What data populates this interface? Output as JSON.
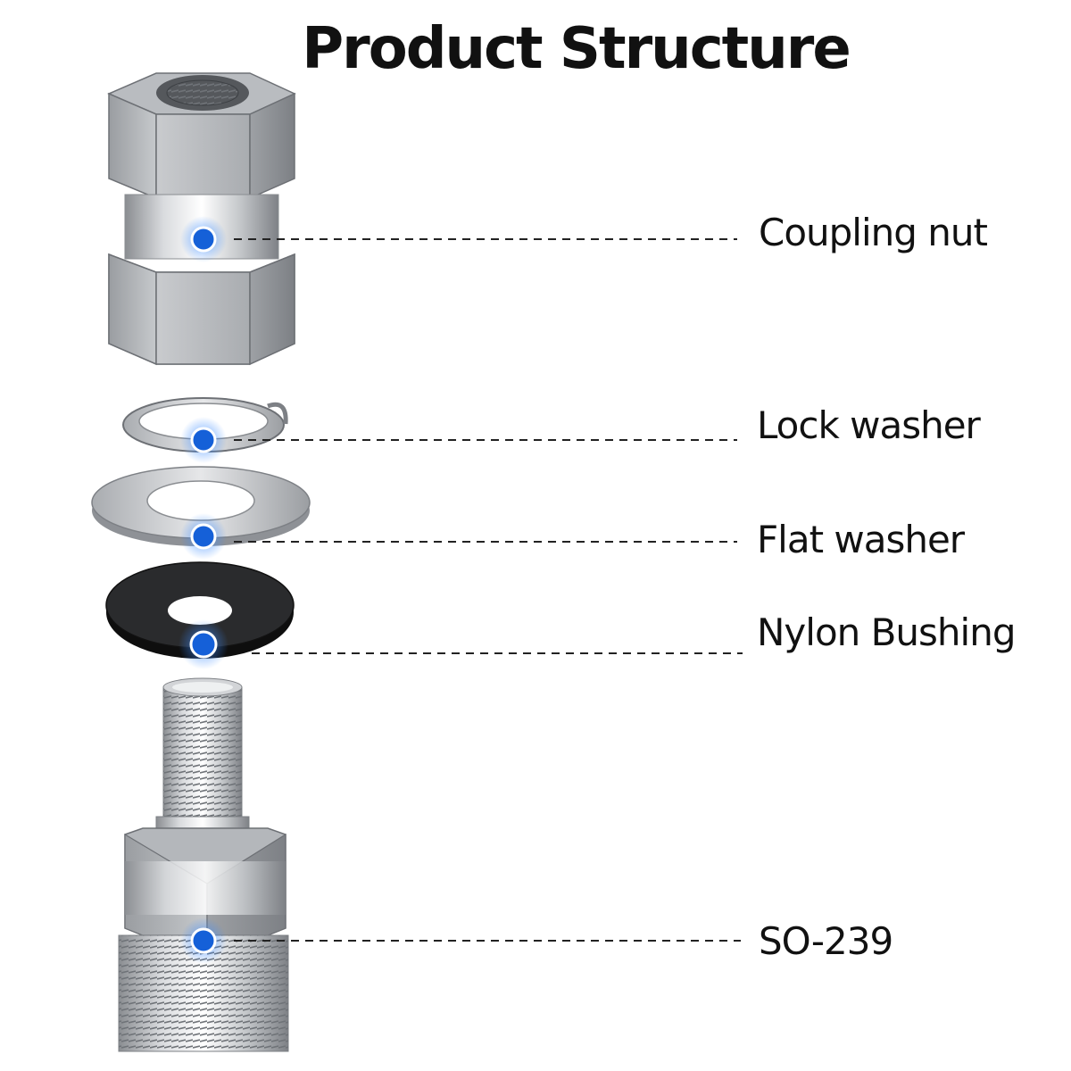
{
  "title": "Product Structure",
  "accent_color": "#1560d8",
  "parts": [
    {
      "id": "coupling-nut",
      "label": "Coupling nut"
    },
    {
      "id": "lock-washer",
      "label": "Lock washer"
    },
    {
      "id": "flat-washer",
      "label": "Flat washer"
    },
    {
      "id": "nylon-bushing",
      "label": "Nylon Bushing"
    },
    {
      "id": "so-239",
      "label": "SO-239"
    }
  ]
}
